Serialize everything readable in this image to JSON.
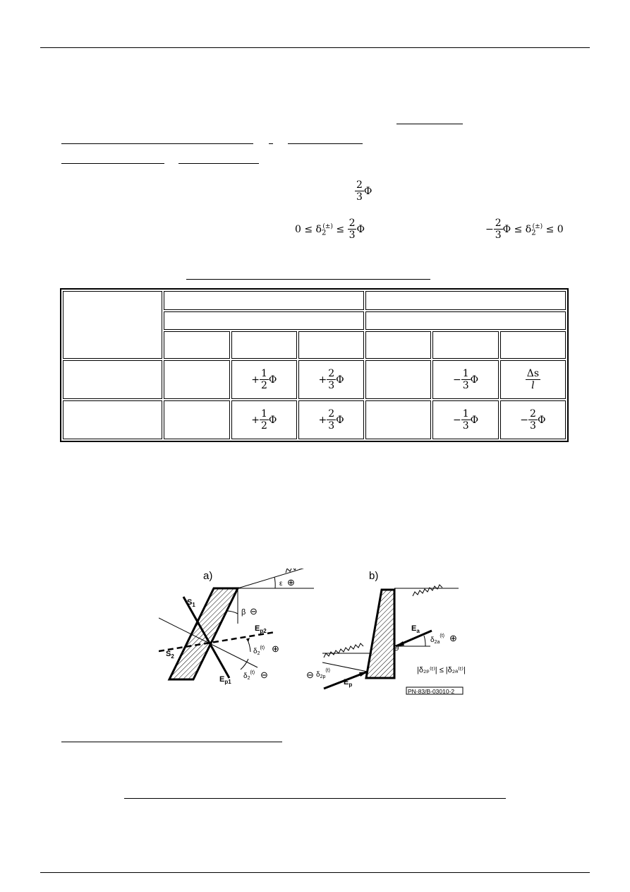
{
  "formulas": {
    "f1": {
      "num": "2",
      "den": "3",
      "symbol": "Φ"
    },
    "f2": {
      "lead": "0 ≤ δ",
      "sub": "2",
      "sup": "(±)",
      "rel": "≤",
      "num": "2",
      "den": "3",
      "symbol": "Φ"
    },
    "f3": {
      "sign": "−",
      "num": "2",
      "den": "3",
      "symbol": "Φ",
      "mid": "≤ δ",
      "sub": "2",
      "sup": "(±)",
      "tail": "≤ 0"
    }
  },
  "table": {
    "row1": [
      {
        "sign": "+",
        "num": "1",
        "den": "2",
        "symbol": "Φ"
      },
      {
        "sign": "+",
        "num": "2",
        "den": "3",
        "symbol": "Φ"
      },
      {
        "sign": "−",
        "num": "1",
        "den": "3",
        "symbol": "Φ"
      },
      {
        "num": "Δs",
        "den": "l"
      }
    ],
    "row2": [
      {
        "sign": "+",
        "num": "1",
        "den": "2",
        "symbol": "Φ"
      },
      {
        "sign": "+",
        "num": "2",
        "den": "3",
        "symbol": "Φ"
      },
      {
        "sign": "−",
        "num": "1",
        "den": "3",
        "symbol": "Φ"
      },
      {
        "sign": "−",
        "num": "2",
        "den": "3",
        "symbol": "Φ"
      }
    ]
  },
  "figure": {
    "label_a": "a)",
    "label_b": "b)",
    "a_eps": "ε",
    "a_plus": "⊕",
    "a_beta": "β",
    "a_minus": "⊖",
    "a_s1": "S",
    "a_s1_sub": "1",
    "a_s2": "S",
    "a_s2_sub": "2",
    "a_ep2": "E",
    "a_ep2_sub": "p2",
    "a_ep1": "E",
    "a_ep1_sub": "p1",
    "a_delta_plus": "δ",
    "a_delta_plus_sub": "2",
    "a_delta_plus_sup": "(t)",
    "a_delta_minus": "δ",
    "a_delta_minus_sub": "2",
    "a_delta_minus_sup": "(t)",
    "b_ea": "E",
    "b_ea_sub": "a",
    "b_ep": "E",
    "b_ep_sub": "p",
    "b_delta_a": "δ",
    "b_delta_a_sub": "2a",
    "b_delta_a_sup": "(t)",
    "b_delta_p": "δ",
    "b_delta_p_sub": "2p",
    "b_delta_p_sup": "(t)",
    "b_condition": "|δ₂ₚ⁽ᵗ⁾| ≤ |δ₂ₐ⁽ᵗ⁾|",
    "ref": "PN-83/B-03010-2"
  }
}
